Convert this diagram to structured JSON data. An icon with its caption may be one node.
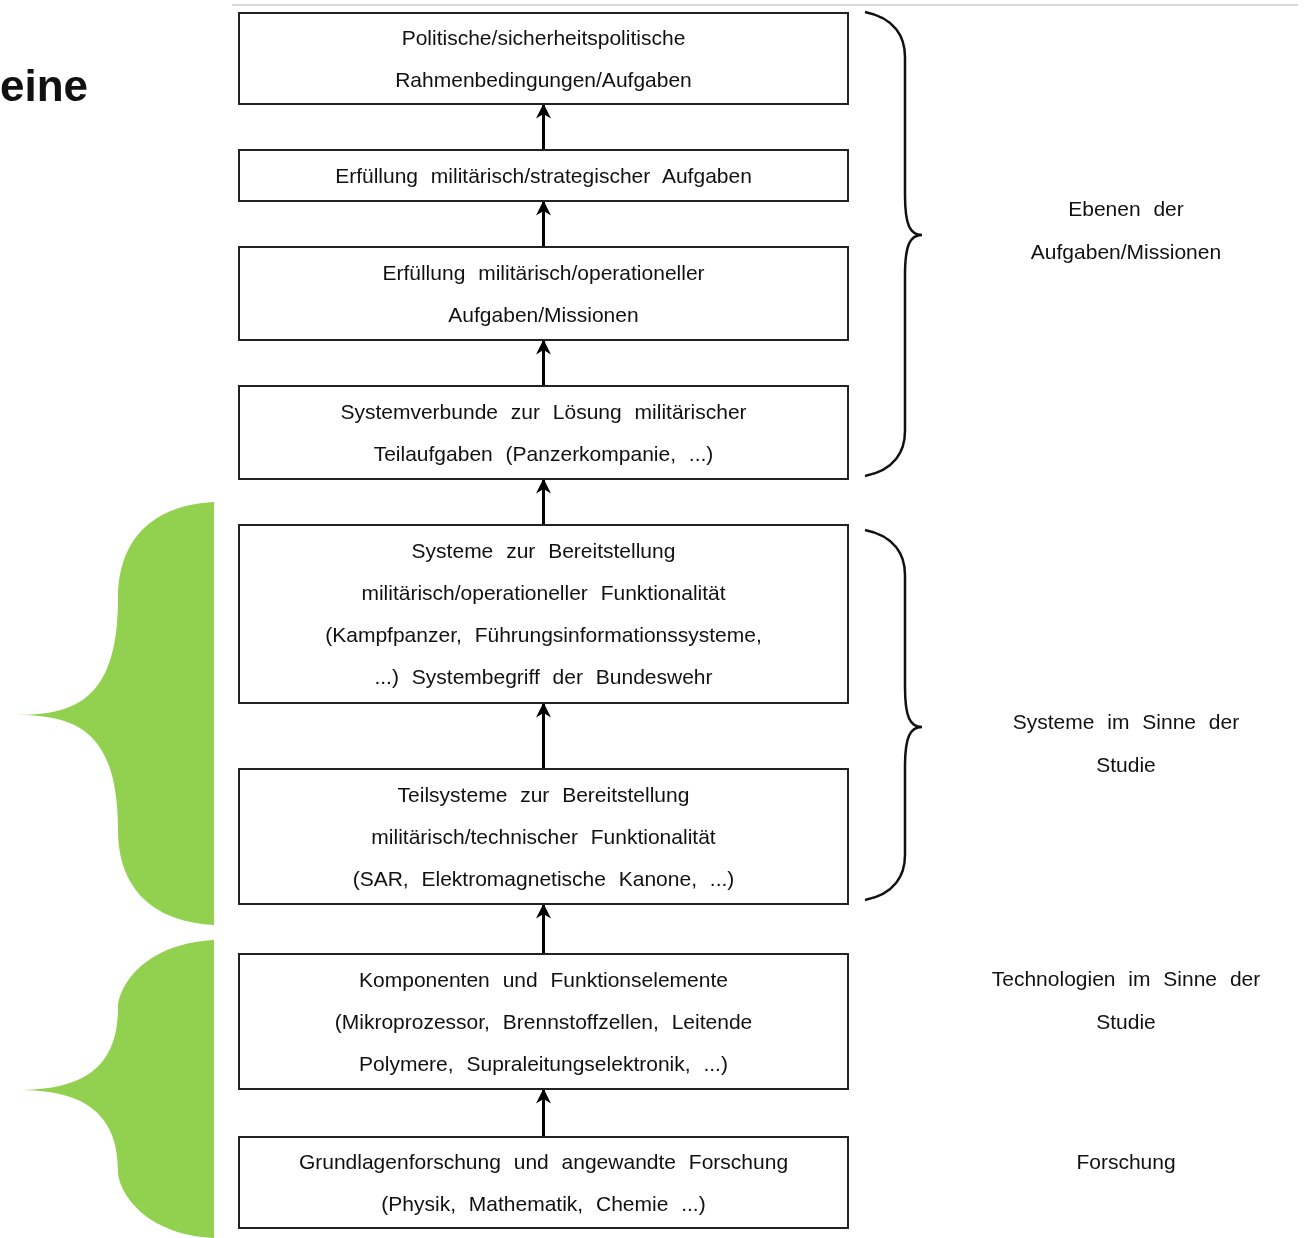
{
  "diagram": {
    "nodes": [
      {
        "text": [
          "Politische/sicherheitspolitische Rahmenbedingungen/Aufgaben"
        ]
      },
      {
        "text": [
          "Erfüllung militärisch/strategischer Aufgaben"
        ]
      },
      {
        "text": [
          "Erfüllung militärisch/operationeller Aufgaben/Missionen"
        ]
      },
      {
        "text": [
          "Systemverbunde zur Lösung militärischer Teilaufgaben (Panzerkompanie, ...)"
        ]
      },
      {
        "text": [
          "Systeme zur Bereitstellung militärisch/operationeller Funktionalität (Kampfpanzer, Führungsinformationssysteme, ...) Systembegriff der Bundeswehr"
        ]
      },
      {
        "text": [
          "Teilsysteme zur Bereitstellung militärisch/technischer Funktionalität (SAR, Elektromagnetische Kanone, ...)"
        ]
      },
      {
        "text": [
          "Komponenten und Funktionselemente (Mikroprozessor, Brennstoffzellen, Leitende Polymere, Supraleitungselektronik, ...)"
        ]
      },
      {
        "text": [
          "Grundlagenforschung und angewandte Forschung (Physik, Mathematik, Chemie ...)"
        ]
      }
    ],
    "edges": [
      {
        "from": 1,
        "to": 0,
        "arrow": "to"
      },
      {
        "from": 2,
        "to": 1,
        "arrow": "to"
      },
      {
        "from": 3,
        "to": 2,
        "arrow": "to"
      },
      {
        "from": 4,
        "to": 3,
        "arrow": "to"
      },
      {
        "from": 5,
        "to": 4,
        "arrow": "to"
      },
      {
        "from": 6,
        "to": 5,
        "arrow": "to"
      },
      {
        "from": 7,
        "to": 6,
        "arrow": "to"
      }
    ],
    "labels": [
      "eine",
      "Ebenen der Aufgaben/Missionen",
      "Systeme im Sinne der Studie",
      "Technologien im Sinne der Studie",
      "Forschung"
    ]
  }
}
